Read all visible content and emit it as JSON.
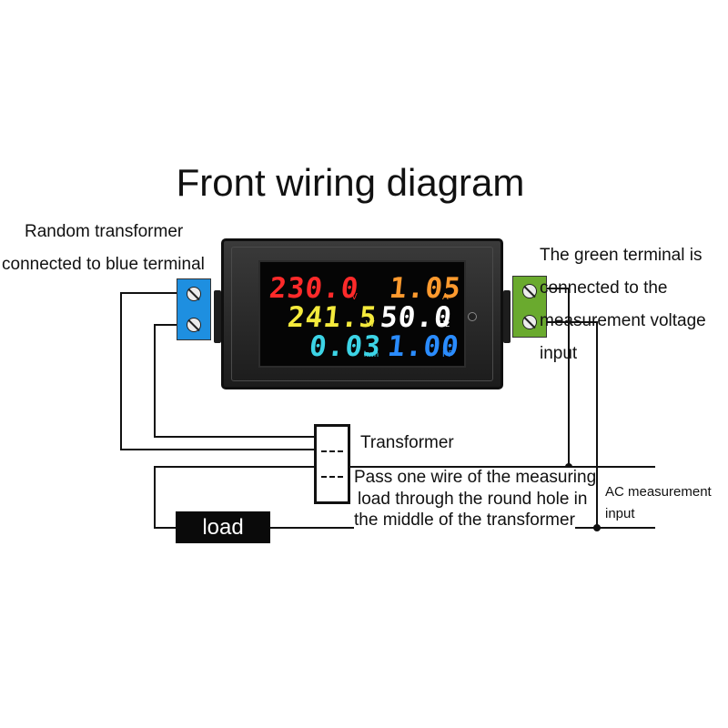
{
  "title": "Front wiring diagram",
  "labels": {
    "blue_terminal_line1": "Random transformer",
    "blue_terminal_line2": "connected to blue terminal",
    "green_terminal_line1": "The green terminal is",
    "green_terminal_line2": "connected to the",
    "green_terminal_line3": "measurement voltage",
    "green_terminal_line4": "input",
    "transformer": "Transformer",
    "pass_wire_line1": "Pass one wire of the measuring",
    "pass_wire_line2": "load through the round hole in",
    "pass_wire_line3": "the middle of the transformer",
    "ac_input_line1": "AC measurement",
    "ac_input_line2": "input",
    "load": "load"
  },
  "display": {
    "voltage": {
      "value": "230.0",
      "unit": "V"
    },
    "current": {
      "value": "1.05",
      "unit": "A"
    },
    "power": {
      "value": "241.5",
      "unit": "W"
    },
    "frequency": {
      "value": "50.0",
      "unit": "Hz"
    },
    "energy": {
      "value": "0.03",
      "unit": "kwh"
    },
    "power_factor": {
      "value": "1.00",
      "unit": "PF"
    }
  },
  "colors": {
    "blue_terminal": "#1e8fe0",
    "green_terminal": "#6aaa2e",
    "voltage": "#ff2a2a",
    "current": "#ff9a2e",
    "power": "#f4ea3c",
    "frequency": "#ffffff",
    "energy": "#3cd4e6",
    "power_factor": "#2a8cff"
  }
}
